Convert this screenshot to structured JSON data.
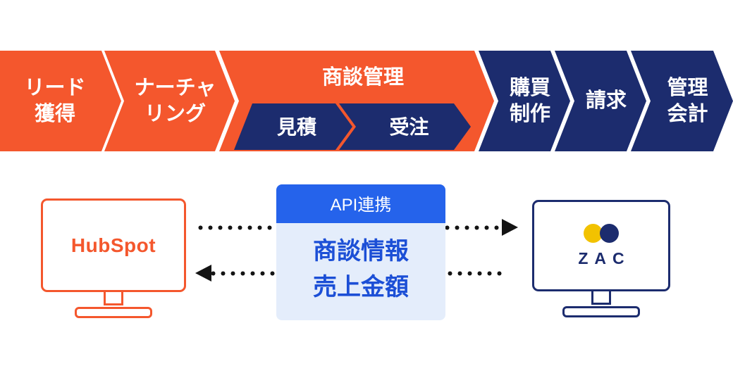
{
  "flow": {
    "steps": [
      {
        "id": "lead",
        "lines": [
          "リード",
          "獲得"
        ]
      },
      {
        "id": "nurturing",
        "lines": [
          "ナーチャ",
          "リング"
        ]
      },
      {
        "id": "deal-management",
        "label": "商談管理",
        "sub_steps": [
          "見積",
          "受注"
        ]
      },
      {
        "id": "purchasing",
        "lines": [
          "購買",
          "制作"
        ]
      },
      {
        "id": "billing",
        "lines": [
          "請求"
        ]
      },
      {
        "id": "accounting",
        "lines": [
          "管理",
          "会計"
        ]
      }
    ]
  },
  "integration": {
    "header": "API連携",
    "lines": [
      "商談情報",
      "売上金額"
    ]
  },
  "systems": {
    "source": {
      "label": "HubSpot"
    },
    "target": {
      "label": "ZAC"
    }
  },
  "colors": {
    "orange": "#F4572D",
    "navy": "#1C2C6E",
    "blue": "#2563EB",
    "blue-light": "#E4EDFB",
    "blue-text": "#1C4FD6",
    "arrow": "#141414",
    "yellow": "#F2C200"
  }
}
